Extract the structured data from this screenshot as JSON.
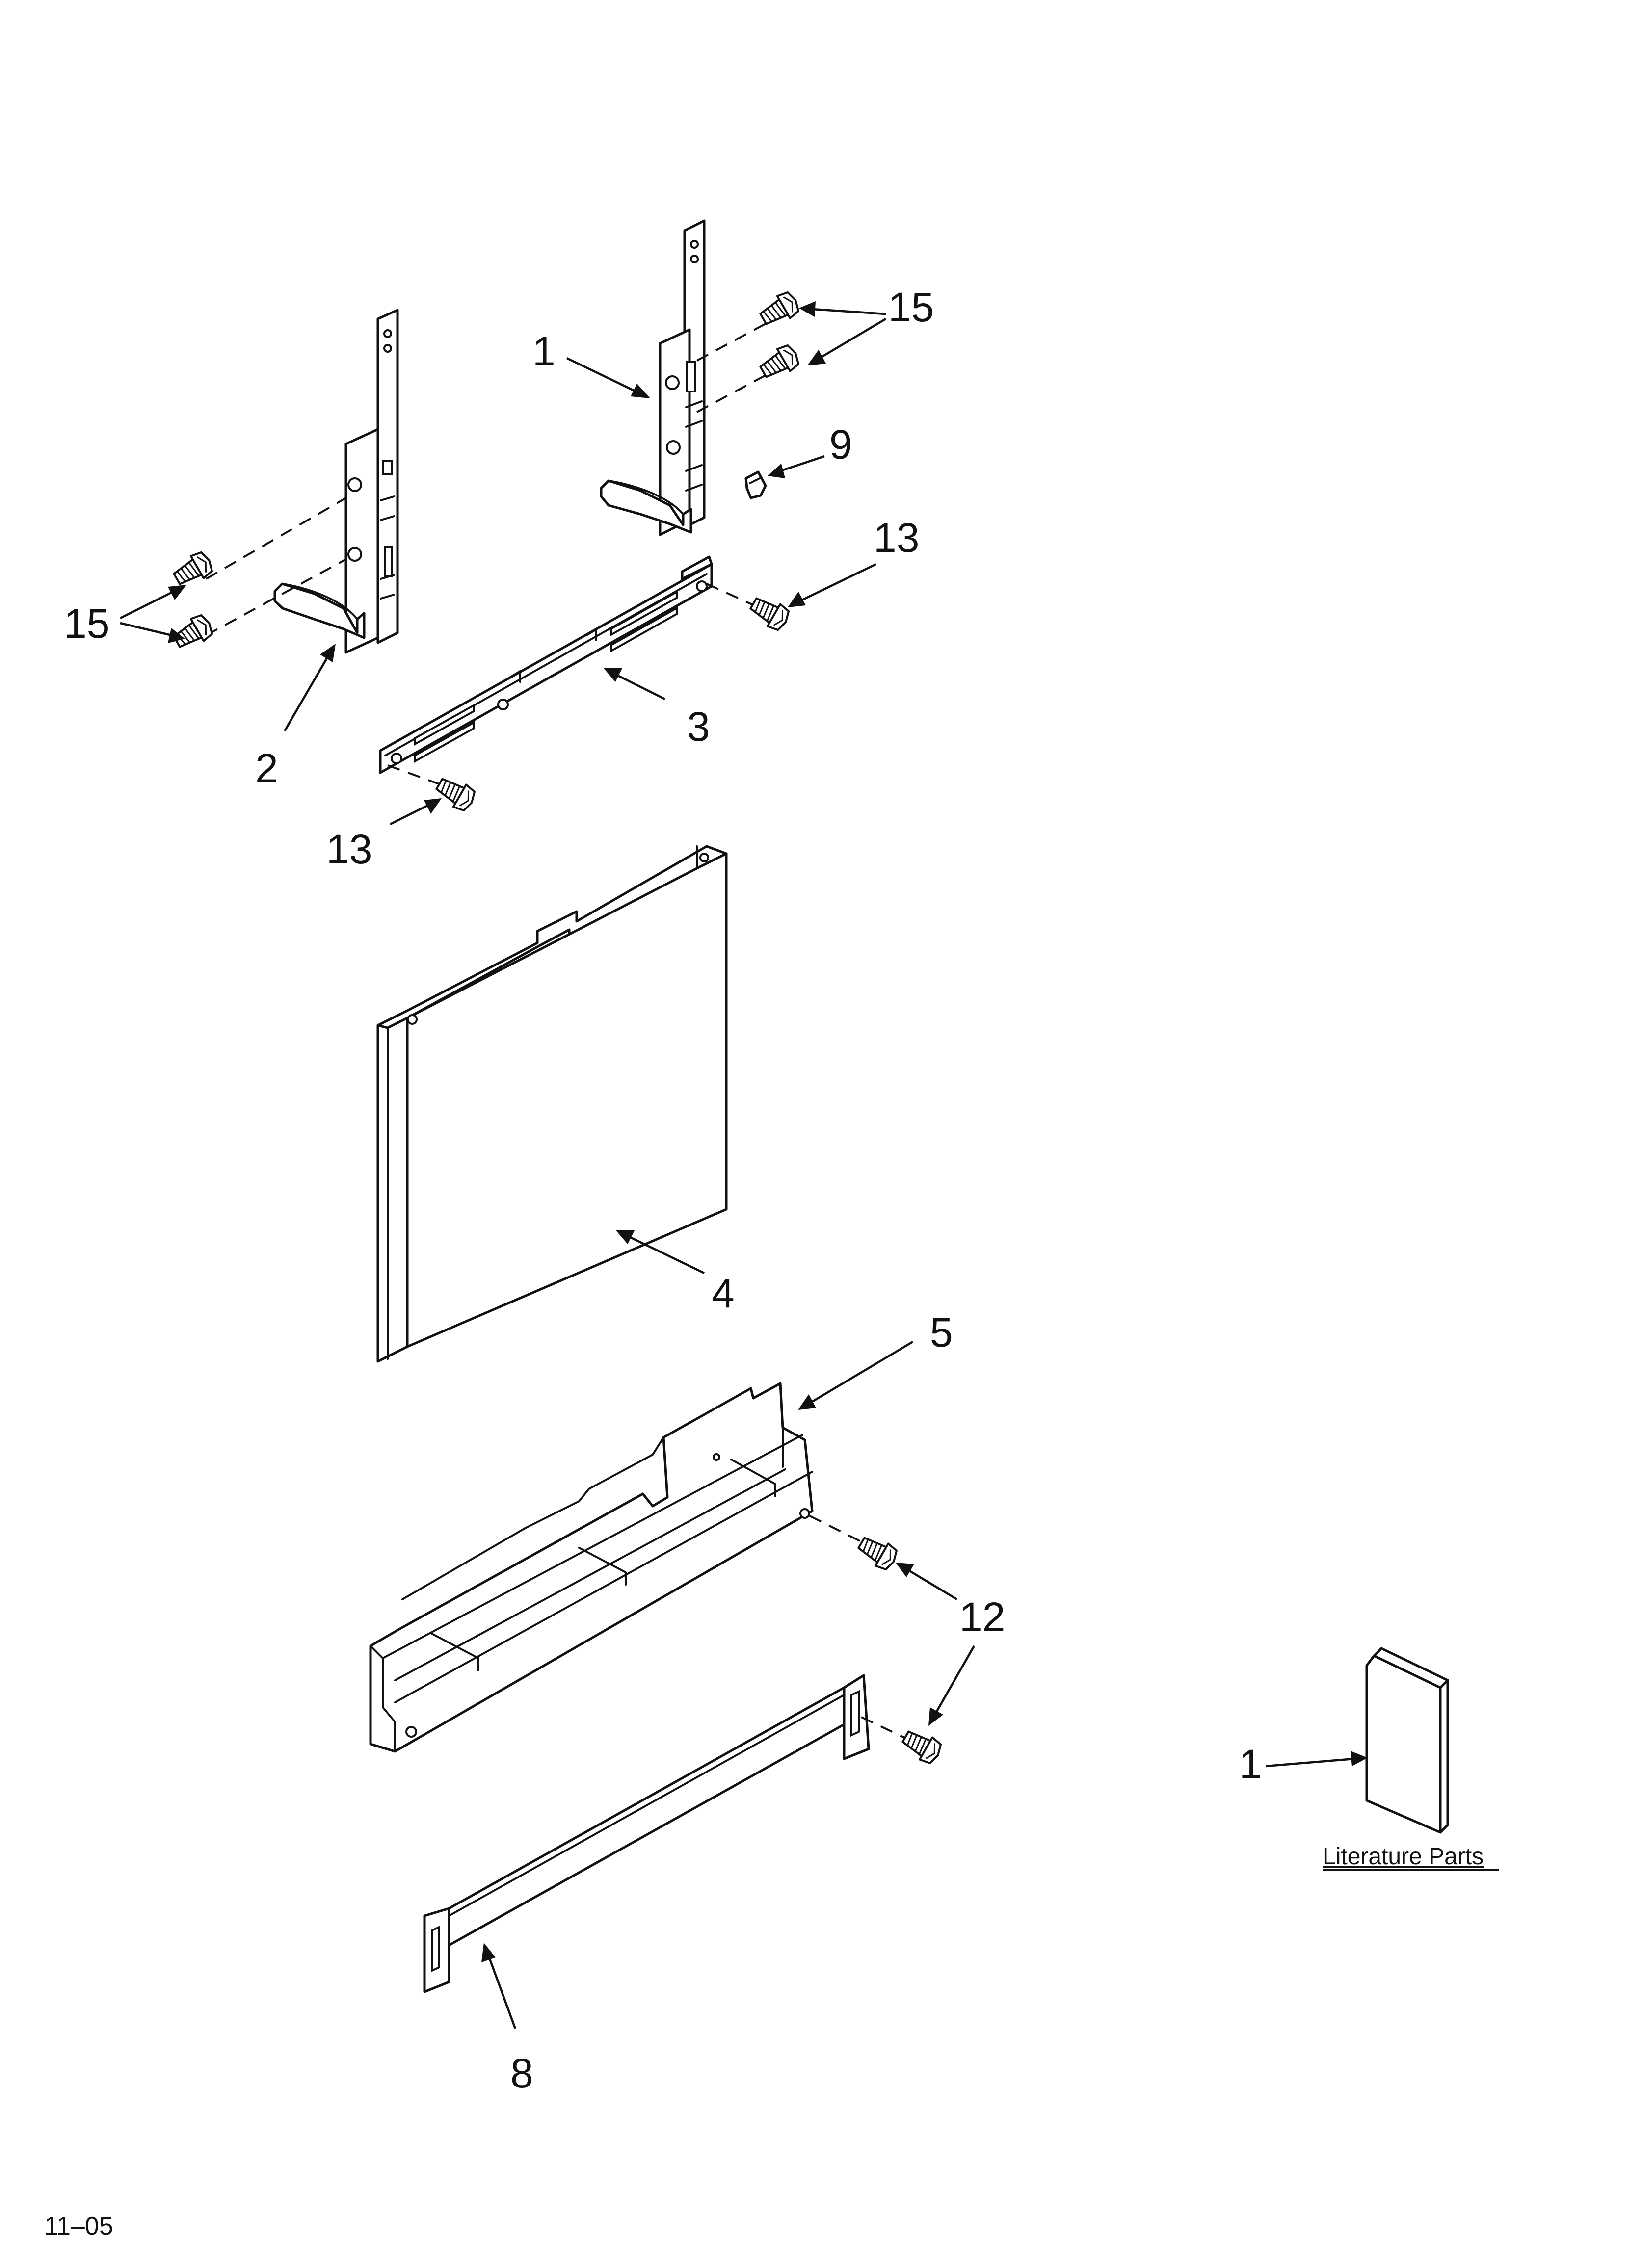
{
  "diagram": {
    "callouts": [
      {
        "id": "c1-hinge-right",
        "label": "1"
      },
      {
        "id": "c15-top",
        "label": "15"
      },
      {
        "id": "c9",
        "label": "9"
      },
      {
        "id": "c13-right",
        "label": "13"
      },
      {
        "id": "c15-left",
        "label": "15"
      },
      {
        "id": "c2",
        "label": "2"
      },
      {
        "id": "c3",
        "label": "3"
      },
      {
        "id": "c13-left",
        "label": "13"
      },
      {
        "id": "c4",
        "label": "4"
      },
      {
        "id": "c5",
        "label": "5"
      },
      {
        "id": "c12",
        "label": "12"
      },
      {
        "id": "c8",
        "label": "8"
      },
      {
        "id": "c1-literature",
        "label": "1"
      }
    ],
    "literature_caption": "Literature Parts",
    "date_code": "11–05"
  }
}
